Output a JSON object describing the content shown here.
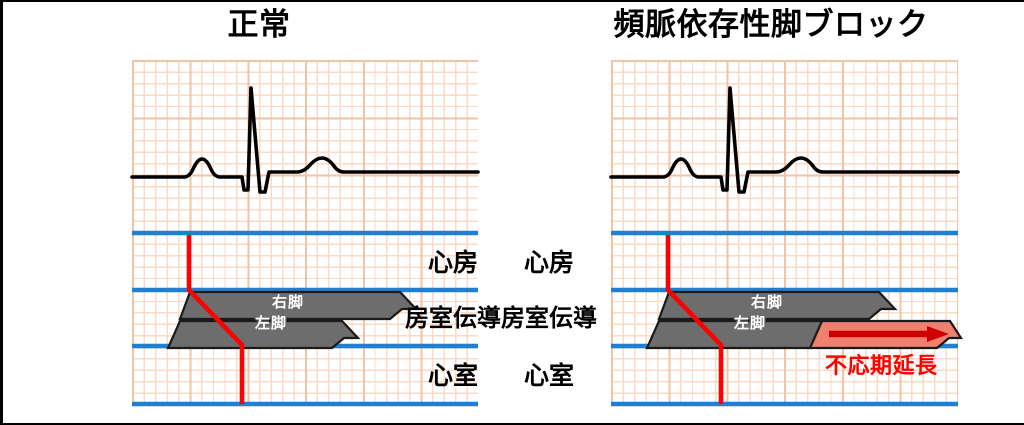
{
  "figure": {
    "kind": "cardiac-conduction-ladder-diagram",
    "border_color": "#000000",
    "background": "#ffffff"
  },
  "colors": {
    "grid_fine": "#fbdbc6",
    "grid_bold": "#f3c3a4",
    "ecg_trace": "#000000",
    "boundary_line": "#1f7fd0",
    "conduction_line": "#ff0000",
    "bundle_band_fill": "#6d6d6d",
    "bundle_band_stroke": "#1a1a1a",
    "refractory_fill": "#ef8070",
    "refractory_arrow": "#cc0000",
    "refractory_text": "#ff0000"
  },
  "panels": [
    {
      "id": "normal",
      "title": "正常",
      "ecg": {
        "baseline_label": "",
        "waves": [
          "P",
          "QRS",
          "T"
        ]
      },
      "regions": [
        {
          "id": "atrium",
          "label": "心房"
        },
        {
          "id": "av-conduction",
          "label": "房室伝導"
        },
        {
          "id": "ventricle",
          "label": "心室"
        }
      ],
      "bundles": [
        {
          "id": "right-bundle",
          "label": "右脚"
        },
        {
          "id": "left-bundle",
          "label": "左脚"
        }
      ],
      "annotations": []
    },
    {
      "id": "tachycardia-dependent-bundle-branch-block",
      "title": "頻脈依存性脚ブロック",
      "ecg": {
        "baseline_label": "",
        "waves": [
          "P",
          "QRS",
          "T"
        ]
      },
      "regions": [
        {
          "id": "atrium",
          "label": "心房"
        },
        {
          "id": "av-conduction",
          "label": "房室伝導"
        },
        {
          "id": "ventricle",
          "label": "心室"
        }
      ],
      "bundles": [
        {
          "id": "right-bundle",
          "label": "右脚"
        },
        {
          "id": "left-bundle",
          "label": "左脚"
        }
      ],
      "annotations": [
        {
          "id": "refractory-prolongation",
          "label": "不応期延長",
          "color": "#ff0000"
        }
      ]
    }
  ]
}
